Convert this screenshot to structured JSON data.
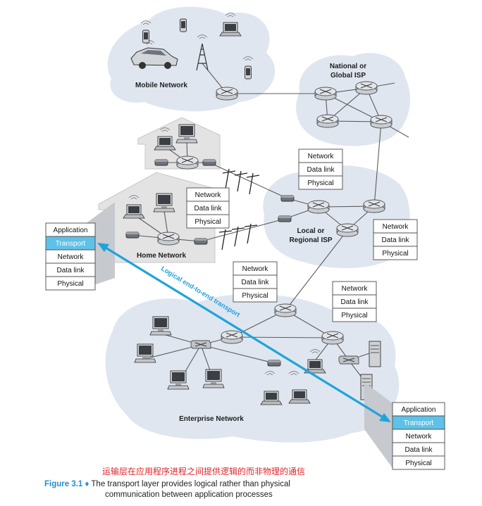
{
  "networks": {
    "mobile": "Mobile Network",
    "isp_national": [
      "National or",
      "Global ISP"
    ],
    "home": "Home Network",
    "isp_local": [
      "Local or",
      "Regional ISP"
    ],
    "enterprise": "Enterprise Network"
  },
  "stacks": {
    "source_host": [
      "Application",
      "Transport",
      "Network",
      "Data link",
      "Physical"
    ],
    "dest_host": [
      "Application",
      "Transport",
      "Network",
      "Data link",
      "Physical"
    ],
    "router": [
      "Network",
      "Data link",
      "Physical"
    ]
  },
  "logical_link": "Logical end-to-end transport",
  "caption": {
    "chinese_note": "运输层在应用程序进程之间提供逻辑的而非物理的通信",
    "figure_number": "Figure 3.1",
    "bullet": "♦",
    "text_line1": "The transport layer provides logical rather than physical",
    "text_line2": "communication between application processes"
  },
  "colors": {
    "transport_highlight": "#5fc1e8",
    "logical_arrow": "#1fa3dc",
    "figure_number": "#1f8fd0",
    "chinese_note": "#e0242b",
    "cloud": "#dfe6ef"
  }
}
